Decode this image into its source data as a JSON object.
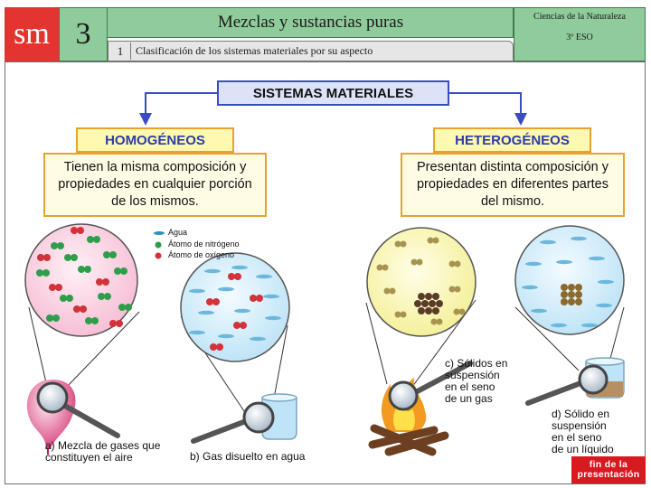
{
  "header": {
    "logo": "sm",
    "unit_number": "3",
    "title": "Mezclas y sustancias puras",
    "section_number": "1",
    "section_title": "Clasificación de los sistemas materiales por su aspecto",
    "subject": "Ciencias de la Naturaleza",
    "course": "3º ESO"
  },
  "diagram": {
    "root": "SISTEMAS MATERIALES",
    "homogeneous": {
      "title": "HOMOGÉNEOS",
      "description": "Tienen la misma composición y propiedades en cualquier porción de los mismos."
    },
    "heterogeneous": {
      "title": "HETEROGÉNEOS",
      "description": "Presentan distinta composición y propiedades en diferentes partes del mismo."
    }
  },
  "legend": [
    {
      "label": "Agua",
      "icon": "water-dash-icon"
    },
    {
      "label": "Átomo de nitrógeno",
      "icon": "nitrogen-atom-icon"
    },
    {
      "label": "Átomo de oxígeno",
      "icon": "oxygen-atom-icon"
    }
  ],
  "examples": [
    {
      "caption": "a) Mezcla de gases que\nconstituyen el aire"
    },
    {
      "caption": "b) Gas disuelto en agua"
    },
    {
      "caption": "c) Sólidos en\nsuspensión\nen el seno\nde un gas"
    },
    {
      "caption": "d) Sólido en\nsuspensión\nen el seno\nde un líquido"
    }
  ],
  "end_button": "fin de la\npresentación",
  "colors": {
    "header_green": "#8fcb9b",
    "logo_red": "#e4342f",
    "root_border": "#3b4cc0",
    "box_border": "#e8a12f",
    "nitrogen": "#2e9e4b",
    "oxygen": "#d2323a",
    "end_button": "#d71920"
  }
}
